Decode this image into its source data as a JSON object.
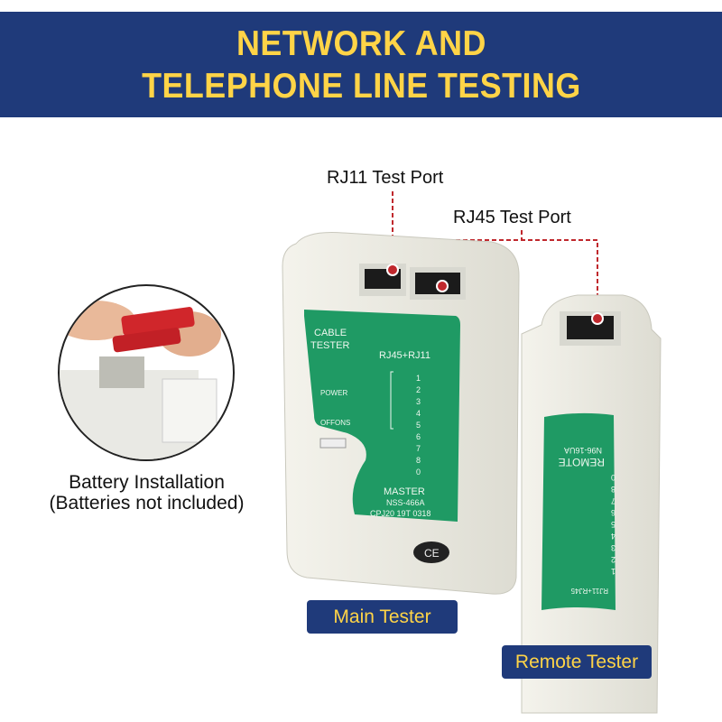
{
  "banner": {
    "line1": "NETWORK AND",
    "line2": "TELEPHONE LINE TESTING"
  },
  "callouts": {
    "rj11": "RJ11 Test Port",
    "rj45": "RJ45 Test Port"
  },
  "battery": {
    "line1": "Battery Installation",
    "line2": "(Batteries not included)"
  },
  "badges": {
    "main": "Main Tester",
    "remote": "Remote Tester"
  },
  "main_tester": {
    "title1": "CABLE",
    "title2": "TESTER",
    "ports": "RJ45+RJ11",
    "power": "POWER",
    "switch": "OFFONS",
    "leds": [
      "1",
      "2",
      "3",
      "4",
      "5",
      "6",
      "7",
      "8",
      "0"
    ],
    "model1": "MASTER",
    "model2": "NSS-466A",
    "model3": "CPJ20 19T 0318",
    "ce": "CE"
  },
  "remote_tester": {
    "title": "REMOTE",
    "model": "N96-16UA",
    "leds": [
      "0",
      "8",
      "7",
      "6",
      "5",
      "4",
      "3",
      "2",
      "1"
    ],
    "ports": "RJ11+RJ45"
  },
  "colors": {
    "banner": "#1f3a7a",
    "accent": "#ffd447",
    "panel": "#1f9a64",
    "callout": "#c0282d"
  }
}
